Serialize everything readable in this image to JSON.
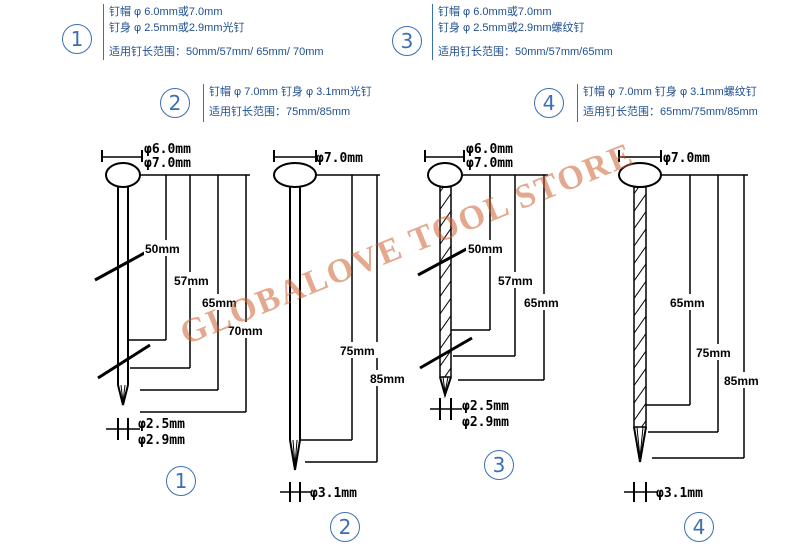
{
  "specs": [
    {
      "number": "1",
      "lines": [
        "钉帽 φ 6.0mm或7.0mm",
        "钉身 φ 2.5mm或2.9mm光钉",
        "适用钉长范围：50mm/57mm/ 65mm/ 70mm"
      ]
    },
    {
      "number": "2",
      "lines": [
        "钉帽 φ 7.0mm    钉身 φ 3.1mm光钉",
        "适用钉长范围：75mm/85mm"
      ]
    },
    {
      "number": "3",
      "lines": [
        "钉帽 φ 6.0mm或7.0mm",
        "钉身 φ 2.5mm或2.9mm螺纹钉",
        "适用钉长范围：50mm/57mm/65mm"
      ]
    },
    {
      "number": "4",
      "lines": [
        "钉帽 φ 7.0mm    钉身 φ 3.1mm螺纹钉",
        "适用钉长范围：65mm/75mm/85mm"
      ]
    }
  ],
  "nails": [
    {
      "number": "1",
      "head_labels": [
        "φ6.0mm",
        "φ7.0mm"
      ],
      "lengths": [
        "50mm",
        "57mm",
        "65mm",
        "70mm"
      ],
      "shank_labels": [
        "φ2.5mm",
        "φ2.9mm"
      ]
    },
    {
      "number": "2",
      "head_labels": [
        "φ7.0mm"
      ],
      "lengths": [
        "75mm",
        "85mm"
      ],
      "shank_labels": [
        "φ3.1mm"
      ]
    },
    {
      "number": "3",
      "head_labels": [
        "φ6.0mm",
        "φ7.0mm"
      ],
      "lengths": [
        "50mm",
        "57mm",
        "65mm"
      ],
      "shank_labels": [
        "φ2.5mm",
        "φ2.9mm"
      ]
    },
    {
      "number": "4",
      "head_labels": [
        "φ7.0mm"
      ],
      "lengths": [
        "65mm",
        "75mm",
        "85mm"
      ],
      "shank_labels": [
        "φ3.1mm"
      ]
    }
  ],
  "watermark": "GLOBALOVE TOOL STORE",
  "colors": {
    "accent": "#3b6fb5",
    "spec_text": "#1f4f8f",
    "watermark": "#cc6030"
  }
}
